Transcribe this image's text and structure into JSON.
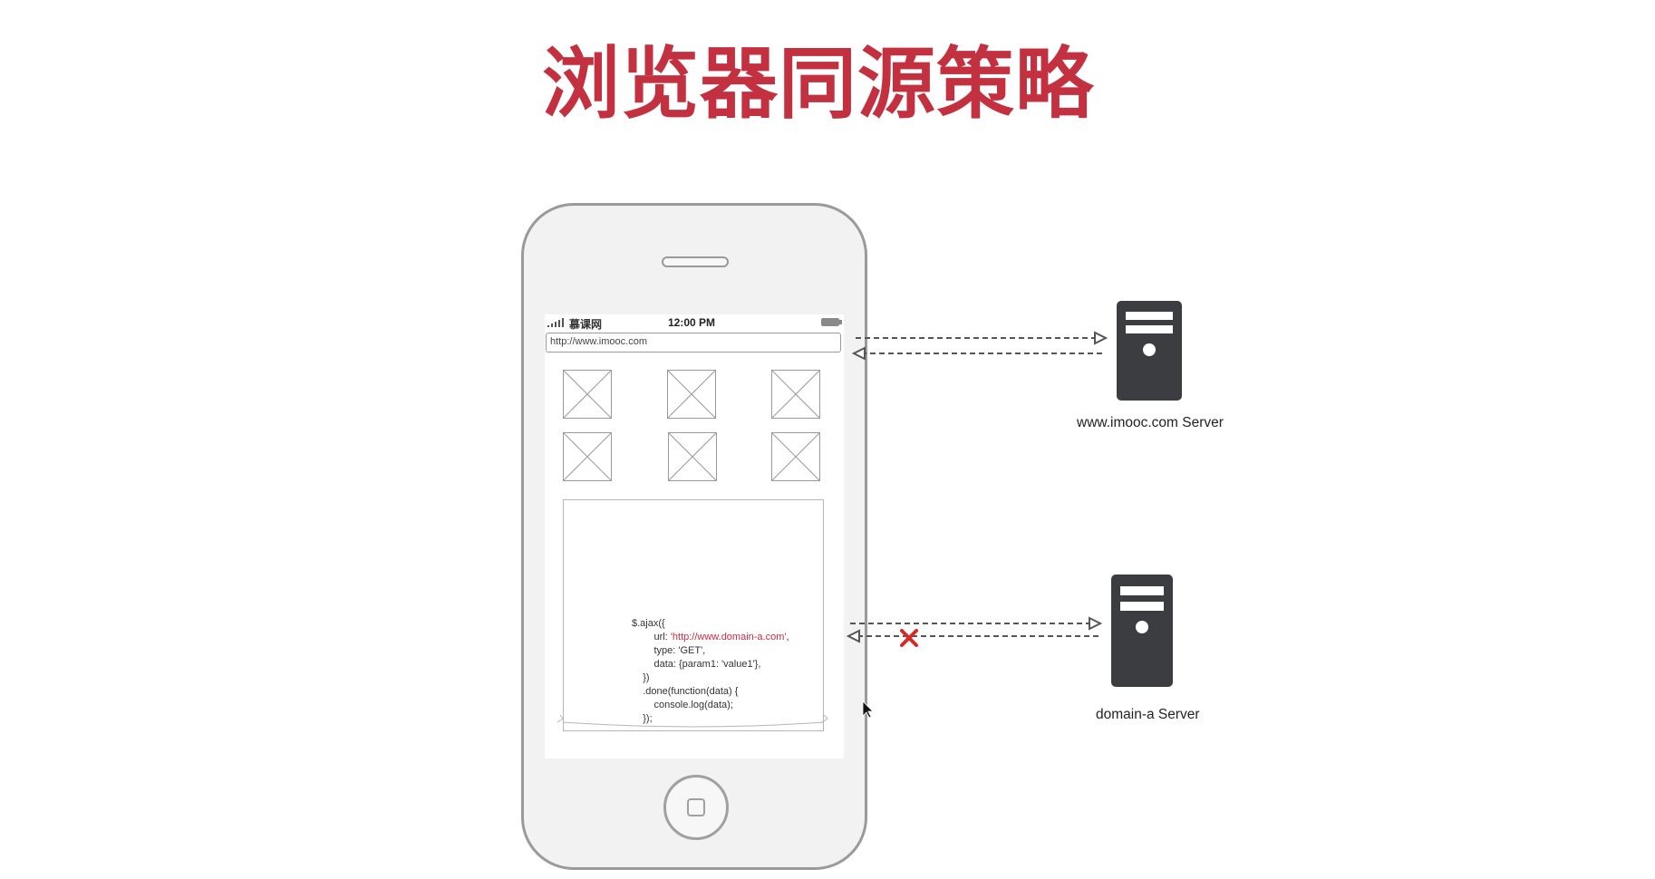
{
  "title": "浏览器同源策略",
  "phone": {
    "carrier": "慕课网",
    "time": "12:00 PM",
    "url": "http://www.imooc.com"
  },
  "code": {
    "line1": "$.ajax({",
    "line2_prefix": "url: ",
    "line2_url": "'http://www.domain-a.com'",
    "line2_suffix": ",",
    "line3": "type: 'GET',",
    "line4": "data: {param1: 'value1'},",
    "line5": "})",
    "line6": ".done(function(data) {",
    "line7": "console.log(data);",
    "line8": "});"
  },
  "servers": [
    {
      "label": "www.imooc.com Server"
    },
    {
      "label": "domain-a Server"
    }
  ],
  "colors": {
    "title": "#c3303f",
    "server": "#3b3d40",
    "blocked_mark": "#d42a2a"
  },
  "icons": [
    "server-icon",
    "blocked-x-icon",
    "image-placeholder-icon",
    "mouse-cursor-icon"
  ]
}
